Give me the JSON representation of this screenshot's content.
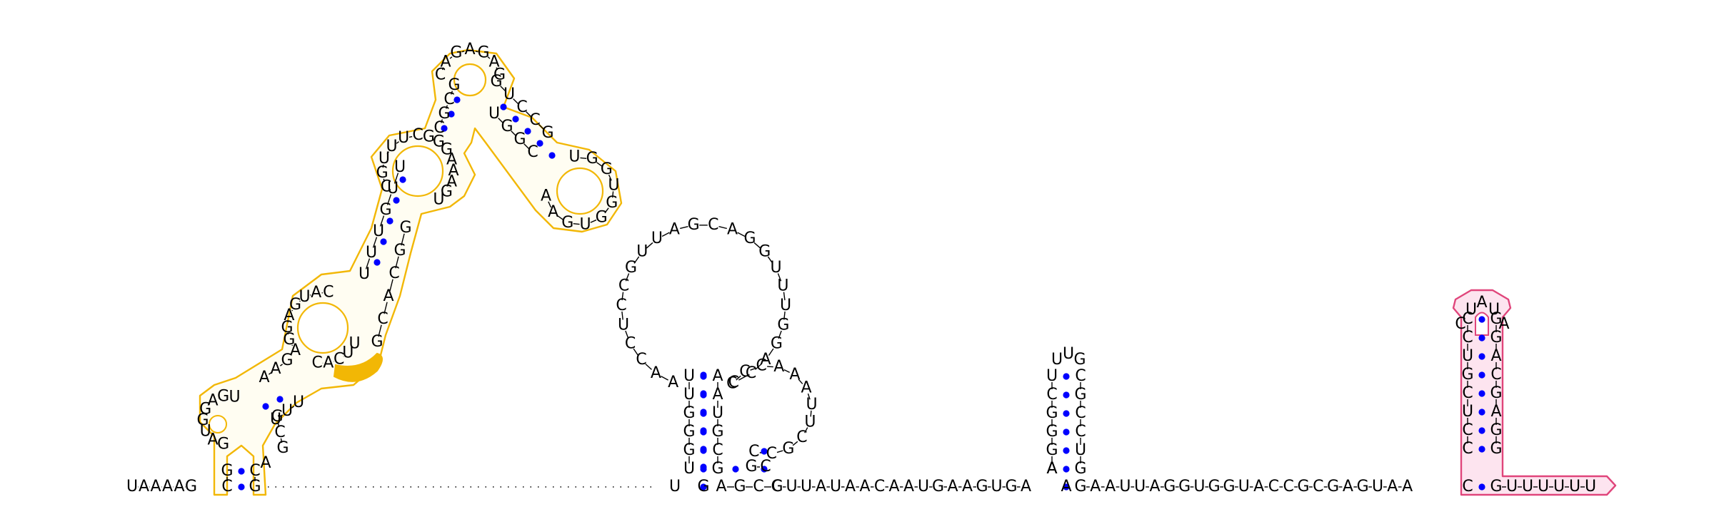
{
  "diagram": {
    "colors": {
      "domain1_outline": "#f2b705",
      "domain1_fill": "#fffdf2",
      "domain1_highlight": "#f2b705",
      "domain2_outline": "#e0457b",
      "domain2_fill": "#fde4ef",
      "pair_dot": "#0000ff",
      "text": "#000000"
    },
    "backbone_5prime": "UAAAAG",
    "backbone_mid": "GUUAUAACAAUGAAGUGA",
    "backbone_3prime_seg": "GAAUUAGGUGGUACCGCGAGUAA",
    "tail_3prime": "GUUUUUU",
    "domain1": {
      "stem1_left": "GC",
      "stem1_right": "GC",
      "loop_left_small": "GAUGGAGU",
      "stem2_left": "AAG",
      "stem2_right": "UUU",
      "internal_left": "AGGAGUAC",
      "internal_right": "UUCAC",
      "highlight": "CACUU",
      "stem3_left": "UUUGUU",
      "stem3_right": "GGCACG",
      "internal2_left": "CGUUUC",
      "internal2_right": "GGGAAAGU",
      "stem4_left": "CGCG",
      "stem4_right": "UGCC",
      "apical_loop": "CAGAGAG",
      "branch_left": "GUCCG",
      "branch_right": "UGGC",
      "branch_loop": "UGGUGGUGAA"
    },
    "mid_structure": {
      "stemA_left": "UGGGUU",
      "stemA_right": "GCGUAA",
      "loopA": "AACCUCCGUUAGCAGGUUUGGACC",
      "loopB": "CCCAAAUUCGCC",
      "stemB_left": "AGCC",
      "stemB_right": "AC"
    },
    "hairpin_small": {
      "left": "AGGGCU",
      "right": "GUCCGC",
      "loop": "UUG"
    },
    "domain2": {
      "left": "CCUGCUCC",
      "right": "GGACGAGG",
      "loop": "UAA"
    }
  }
}
